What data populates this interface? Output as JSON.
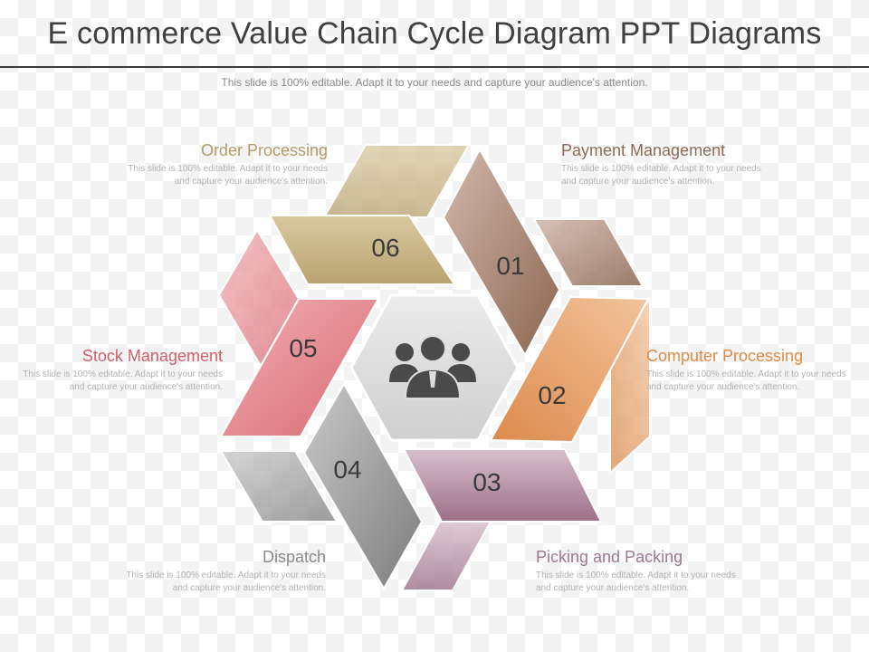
{
  "title": "E commerce Value Chain Cycle Diagram PPT Diagrams",
  "subtitle": "This slide is 100% editable. Adapt it to your needs and capture your audience's attention.",
  "center_icon": "people-group-icon",
  "segments": [
    {
      "number": "01",
      "name": "Payment Management",
      "color": "#a57e6a"
    },
    {
      "number": "02",
      "name": "Computer  Processing",
      "color": "#e09a60"
    },
    {
      "number": "03",
      "name": "Picking and Packing",
      "color": "#b793a8"
    },
    {
      "number": "04",
      "name": "Dispatch",
      "color": "#9b9b9b"
    },
    {
      "number": "05",
      "name": "Stock Management",
      "color": "#dd7f86"
    },
    {
      "number": "06",
      "name": "Order Processing",
      "color": "#c4b07c"
    }
  ],
  "labels": {
    "order": {
      "title": "Order Processing",
      "body": "This slide is 100% editable. Adapt it to your needs and capture your audience's attention.",
      "color": "#b59a66"
    },
    "payment": {
      "title": "Payment Management",
      "body": "This slide is 100% editable. Adapt it to your needs and capture your audience's attention.",
      "color": "#8e6a58"
    },
    "stock": {
      "title": "Stock Management",
      "body": "This slide is 100% editable. Adapt it to your needs and capture your audience's attention.",
      "color": "#d35c66"
    },
    "computer": {
      "title": "Computer  Processing",
      "body": "This slide is 100% editable. Adapt it to your needs and capture your audience's attention.",
      "color": "#e08a45"
    },
    "dispatch": {
      "title": "Dispatch",
      "body": "This slide is 100% editable. Adapt it to your needs and capture your audience's attention.",
      "color": "#8a8a8a"
    },
    "picking": {
      "title": "Picking and Packing",
      "body": "This slide is 100% editable. Adapt it to your needs and capture your audience's attention.",
      "color": "#9e7890"
    }
  }
}
